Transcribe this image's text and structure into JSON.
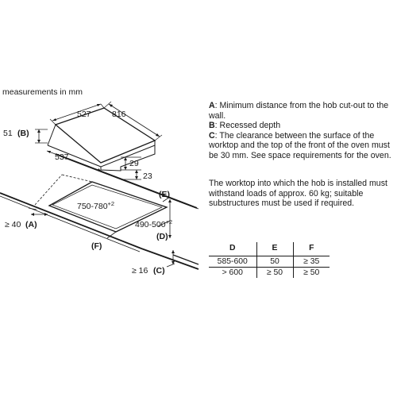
{
  "diagram": {
    "heading": "measurements in mm",
    "dims": {
      "width_top": "816",
      "depth_top": "527",
      "b_depth": "51",
      "b_label": "(B)",
      "depth_bottom": "537",
      "h29": "29",
      "h23": "23",
      "cut_w_base": "750-780",
      "cut_w_sup": "+2",
      "cut_d_base": "490-500",
      "cut_d_sup": "+2",
      "e_label": "(E)",
      "d_label": "(D)",
      "a_value": "≥ 40",
      "a_label": "(A)",
      "f_label": "(F)",
      "c_value": "≥ 16",
      "c_label": "(C)"
    }
  },
  "notes": [
    {
      "key": "A",
      "text": ": Minimum distance from the hob cut-out to the wall."
    },
    {
      "key": "B",
      "text": ": Recessed depth"
    },
    {
      "key": "C",
      "text": ": The clearance between the surface of the worktop and the top of the front of the oven must be 30 mm. See space requirements for the oven."
    }
  ],
  "paragraph": "The worktop into which the hob is installed must withstand loads of approx. 60 kg; suitable substructures must be used if required.",
  "table": {
    "headers": [
      "D",
      "E",
      "F"
    ],
    "rows": [
      [
        "585-600",
        "50",
        "≥ 35"
      ],
      [
        "> 600",
        "≥ 50",
        "≥ 50"
      ]
    ]
  }
}
